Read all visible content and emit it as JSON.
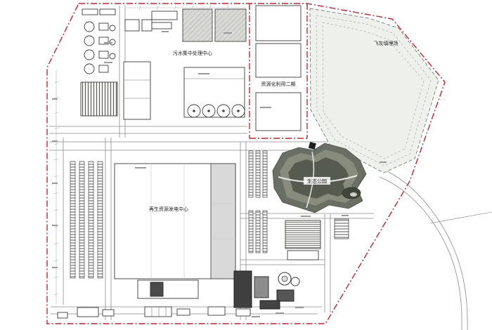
{
  "plan": {
    "labels": {
      "wastewater_center": "污水集中处理中心",
      "resource_phase2": "资源化利用二期",
      "fly_ash_landfill": "飞灰填埋场",
      "power_center": "再生资源发电中心",
      "eco_park": "生态公园"
    },
    "colors": {
      "boundary": "#d61f2c",
      "line": "#3a3a3a",
      "landfill_fill": "#eef0ec",
      "park_outer": "#6a6f63",
      "park_mid": "#878c7d",
      "park_core": "#565b50",
      "building_fill": "#ffffff",
      "shade_fill": "#d9d9d9"
    }
  }
}
